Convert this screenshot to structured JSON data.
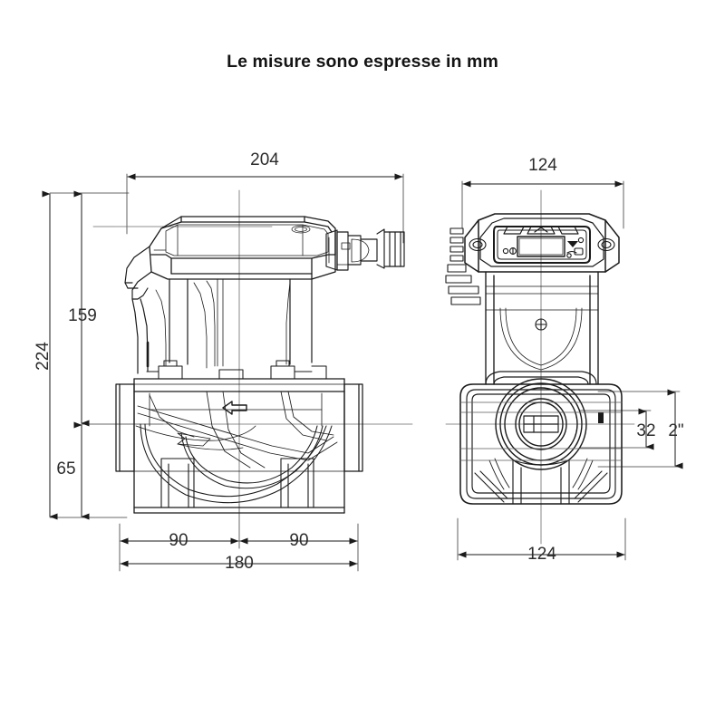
{
  "page": {
    "title": "Le misure sono espresse in mm",
    "background_color": "#ffffff",
    "line_color": "#1a1a1a",
    "dimension_text_color": "#2c2c2c",
    "units": "mm"
  },
  "views": [
    {
      "id": "side-view",
      "name": "side-elevation-view",
      "description": "Circulator pump side elevation with motor head, terminal box, cable connector and flanged body"
    },
    {
      "id": "front-view",
      "name": "front-elevation-view",
      "description": "Circulator pump front elevation with control panel display and flanged port"
    }
  ],
  "dimensions": {
    "side_view": [
      {
        "name": "overall-width",
        "value": "204",
        "orientation": "horizontal",
        "position": "top"
      },
      {
        "name": "overall-height",
        "value": "224",
        "orientation": "vertical",
        "position": "left-outer"
      },
      {
        "name": "height-to-axis",
        "value": "159",
        "orientation": "vertical",
        "position": "left-inner-upper"
      },
      {
        "name": "height-below-axis",
        "value": "65",
        "orientation": "vertical",
        "position": "left-inner-lower"
      },
      {
        "name": "port-to-center-left",
        "value": "90",
        "orientation": "horizontal",
        "position": "bottom-left"
      },
      {
        "name": "port-to-center-right",
        "value": "90",
        "orientation": "horizontal",
        "position": "bottom-right"
      },
      {
        "name": "port-to-port",
        "value": "180",
        "orientation": "horizontal",
        "position": "bottom-outer"
      }
    ],
    "front_view": [
      {
        "name": "front-width-top",
        "value": "124",
        "orientation": "horizontal",
        "position": "top"
      },
      {
        "name": "front-width-bottom",
        "value": "124",
        "orientation": "horizontal",
        "position": "bottom"
      },
      {
        "name": "port-bore",
        "value": "32",
        "orientation": "vertical",
        "position": "right-inner"
      },
      {
        "name": "thread-size",
        "value": "2\"",
        "orientation": "vertical",
        "position": "right-outer"
      }
    ]
  },
  "control_panel": {
    "name": "pump-control-panel",
    "display": "lcd-display",
    "buttons": [
      "left-arrow-button",
      "up-arrow-button",
      "right-arrow-button"
    ],
    "indicators": [
      "mode-indicator",
      "status-indicator"
    ]
  },
  "flow": {
    "arrow_direction": "left",
    "arrow_name": "flow-direction-arrow"
  }
}
